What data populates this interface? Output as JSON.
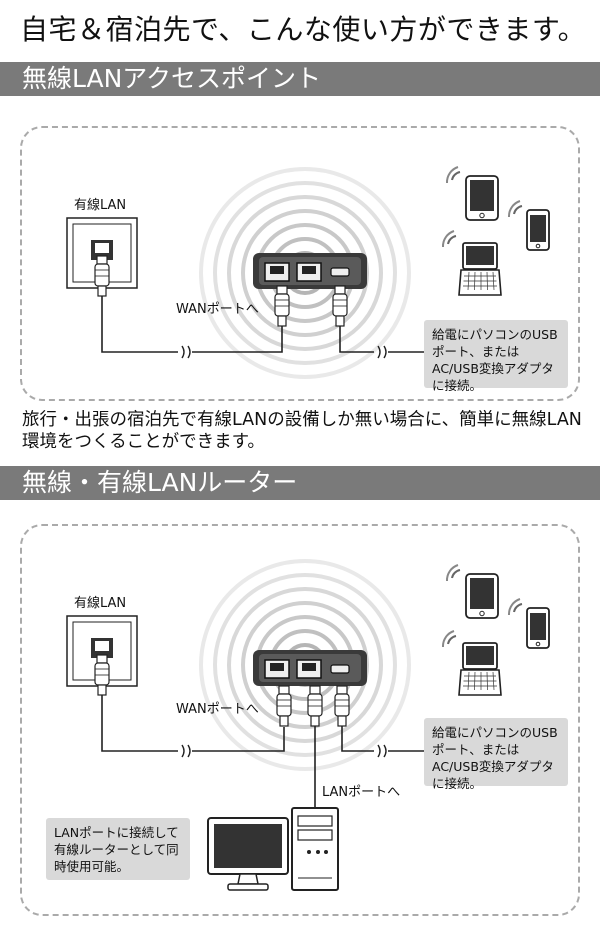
{
  "headline": "自宅＆宿泊先で、こんな使い方ができます。",
  "sections": [
    {
      "title": "無線LANアクセスポイント",
      "wired_lan_label": "有線LAN",
      "wan_label": "WANポートへ",
      "power_note": "給電にパソコンのUSBポート、またはAC/USB変換アダプタに接続。",
      "description": "旅行・出張の宿泊先で有線LANの設備しか無い場合に、簡単に無線LAN環境をつくることができます。"
    },
    {
      "title": "無線・有線LANルーター",
      "wired_lan_label": "有線LAN",
      "wan_label": "WANポートへ",
      "lan_label": "LANポートへ",
      "power_note": "給電にパソコンのUSBポート、またはAC/USB変換アダプタに接続。",
      "lan_note": "LANポートに接続して有線ルーターとして同時使用可能。"
    }
  ]
}
